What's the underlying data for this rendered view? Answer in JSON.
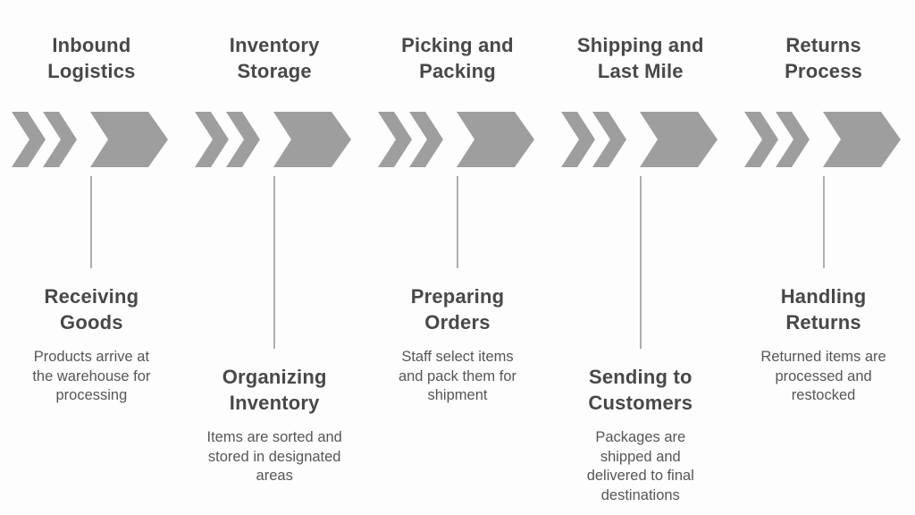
{
  "diagram_type": "horizontal-process-flow",
  "colors": {
    "arrow": "#9e9e9e",
    "heading_text": "#484848",
    "body_text": "#565656",
    "connector_line": "#aeaeae",
    "background": "#fdfdfd"
  },
  "stages": [
    {
      "title": "Inbound Logistics",
      "subtitle": "Receiving Goods",
      "description": "Products arrive at the warehouse for processing"
    },
    {
      "title": "Inventory Storage",
      "subtitle": "Organizing Inventory",
      "description": "Items are sorted and stored in designated areas"
    },
    {
      "title": "Picking and Packing",
      "subtitle": "Preparing Orders",
      "description": "Staff select items and pack them for shipment"
    },
    {
      "title": "Shipping and Last Mile",
      "subtitle": "Sending to Customers",
      "description": "Packages are shipped and delivered to final destinations"
    },
    {
      "title": "Returns Process",
      "subtitle": "Handling Returns",
      "description": "Returned items are processed and restocked"
    }
  ]
}
